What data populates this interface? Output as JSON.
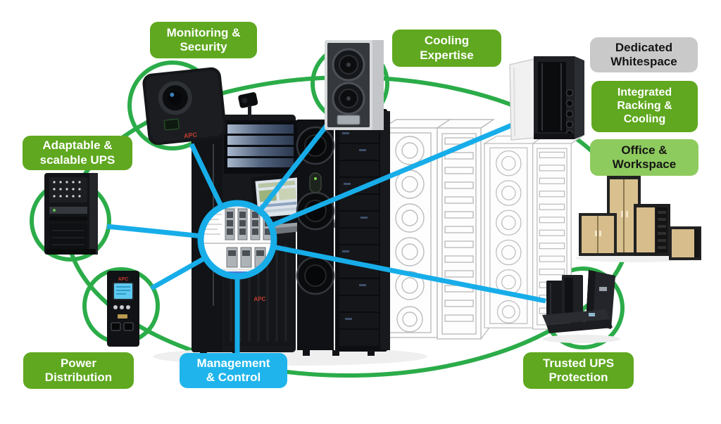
{
  "diagram": {
    "brand": "APC",
    "labels": {
      "monitoring_security": "Monitoring &\nSecurity",
      "cooling_expertise": "Cooling\nExpertise",
      "dedicated_whitespace": "Dedicated\nWhitespace",
      "integrated_racking_cooling": "Integrated\nRacking &\nCooling",
      "office_workspace": "Office &\nWorkspace",
      "adaptable_scalable_ups": "Adaptable &\nscalable UPS",
      "power_distribution": "Power\nDistribution",
      "management_control": "Management\n& Control",
      "trusted_ups_protection": "Trusted UPS\nProtection"
    },
    "colors": {
      "label_green": "#5fa81f",
      "label_light_green": "#8ecb5e",
      "label_gray": "#c9c9c9",
      "label_blue": "#1fb5ec",
      "loop_green": "#2bac49",
      "connector_blue": "#17ade9",
      "text_on_green": "#ffffff",
      "text_on_light": "#151515"
    },
    "icons": {
      "hub": "management-software-screenshot",
      "devices": [
        "security-camera",
        "row-cooling-unit",
        "open-server-rack",
        "wireframe-racks",
        "server-rack-row",
        "tower-ups",
        "rack-pdu",
        "ups-group",
        "office-enclosures"
      ]
    }
  }
}
